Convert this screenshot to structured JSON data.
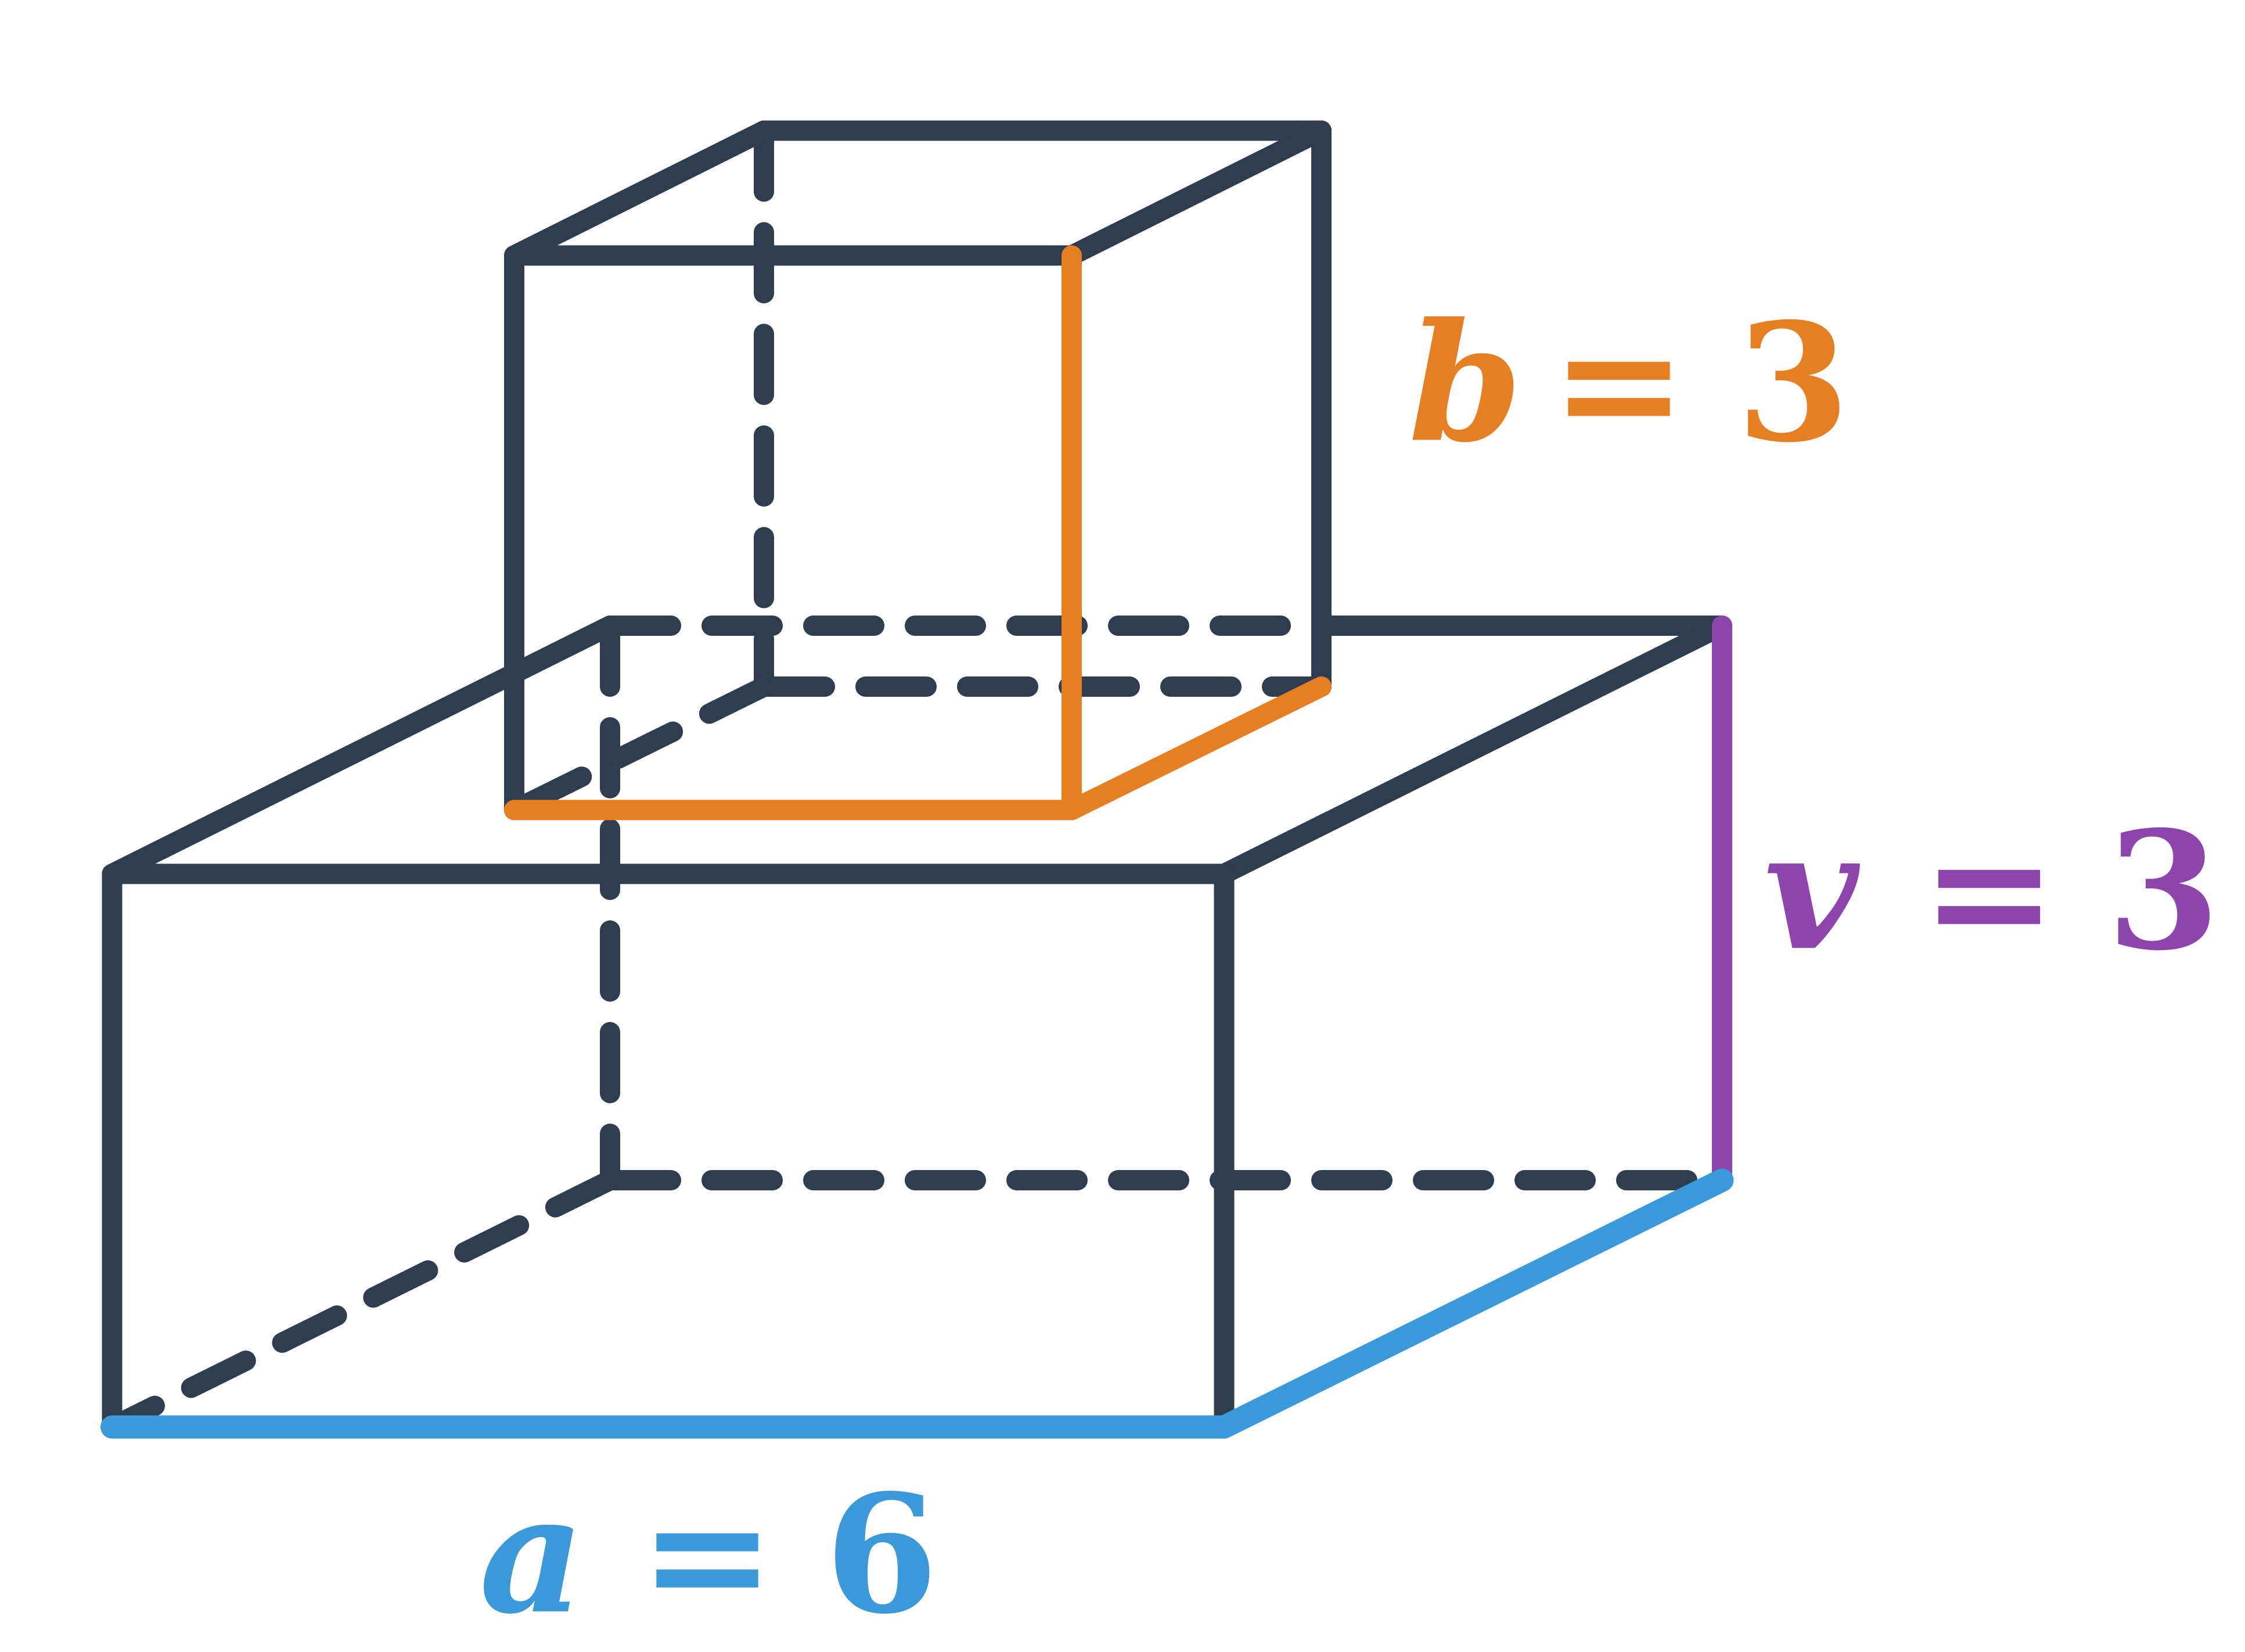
{
  "colors": {
    "edge": "#2e3e50",
    "a": "#3a9ad9",
    "b": "#e67e22",
    "v": "#8e44ad",
    "background": "#ffffff"
  },
  "labels": {
    "a": {
      "variable": "a",
      "equals": "=",
      "value": "6"
    },
    "b": {
      "variable": "b",
      "equals": "=",
      "value": "3"
    },
    "v": {
      "variable": "v",
      "equals": "=",
      "value": "3"
    }
  }
}
